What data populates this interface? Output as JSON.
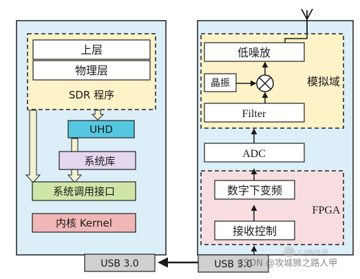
{
  "colors": {
    "panel_fill": "#dceef8",
    "panel_stroke": "#1f1f1f",
    "yellow_fill": "#fdf2c8",
    "pink_fill": "#f7dde0",
    "box_fill": "#ffffff",
    "uhd_fill": "#56c7e0",
    "syslib_fill": "#e3d8ee",
    "api_fill": "#cfe6a8",
    "kernel_fill": "#f0b7b6",
    "usb_fill": "#d0d0d0",
    "arrow_fill": "#f2f2d2"
  },
  "left_panel": {
    "sdr_program": {
      "label": "SDR 程序",
      "layers": [
        "上层",
        "物理层"
      ]
    },
    "uhd": "UHD",
    "system_library": "系统库",
    "system_call_interface": "系统调用接口",
    "kernel": "内核 Kernel",
    "usb_port": "USB 3.0"
  },
  "right_panel": {
    "analog_domain": {
      "label": "模拟域",
      "lna": "低噪放",
      "oscillator": "晶振",
      "mixer_icon": "mixer-icon",
      "filter": "Filter"
    },
    "adc": "ADC",
    "fpga": {
      "label": "FPGA",
      "downconverter": "数字下变频",
      "rx_control": "接收控制"
    },
    "usb_port": "USB 3.0",
    "antenna_icon": "antenna-icon"
  },
  "watermark": {
    "line1": "S?微信号",
    "line2": "CSDN @攻城狮之路人甲"
  }
}
